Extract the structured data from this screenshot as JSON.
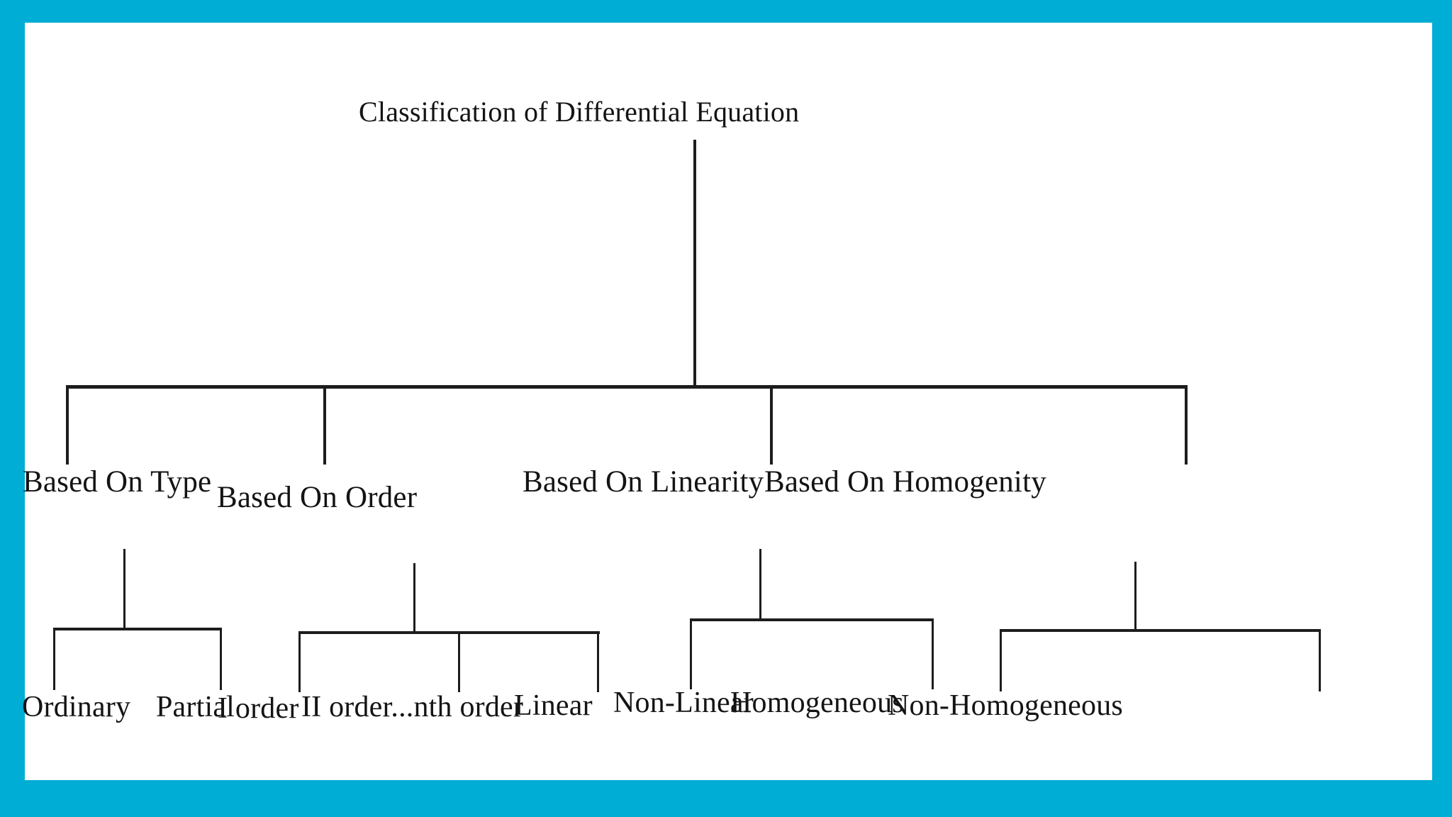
{
  "frame": {
    "border_color": "#00ADD4",
    "canvas_color": "#ffffff"
  },
  "diagram": {
    "type": "tree",
    "line_color": "#1d1d1d",
    "root": {
      "label": "Classification of Differential Equation"
    },
    "branches": [
      {
        "label": "Based On Type",
        "children": [
          {
            "label": "Ordinary"
          },
          {
            "label": "Partial"
          }
        ]
      },
      {
        "label": "Based On Order",
        "children": [
          {
            "label": "I order"
          },
          {
            "label": "II order...nth order"
          }
        ]
      },
      {
        "label": "Based On Linearity",
        "children": [
          {
            "label": "Linear"
          },
          {
            "label": "Non-Linear"
          }
        ]
      },
      {
        "label": "Based On Homogenity",
        "children": [
          {
            "label": "Homogeneous"
          },
          {
            "label": "Non-Homogeneous"
          }
        ]
      }
    ]
  }
}
